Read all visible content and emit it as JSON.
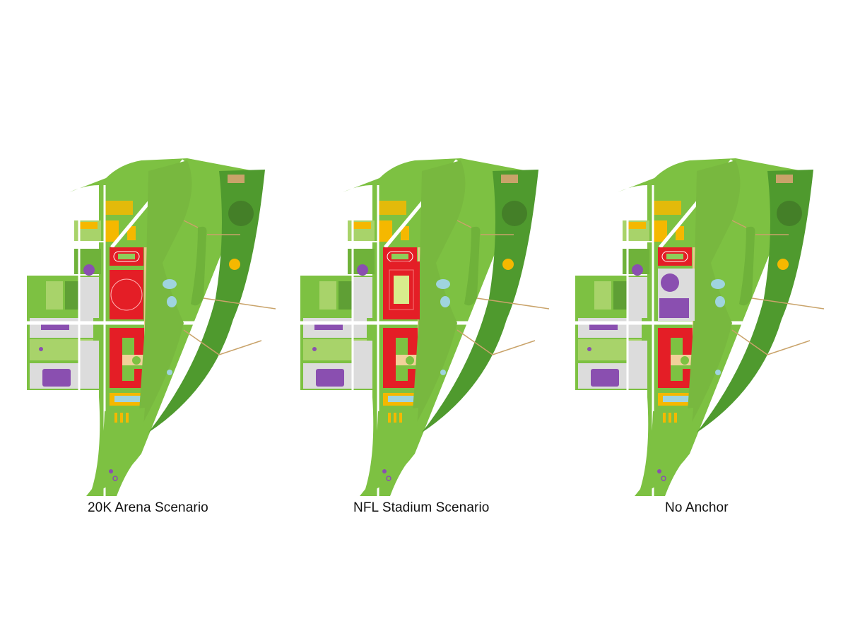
{
  "figure": {
    "panels": [
      {
        "id": "arena",
        "caption": "20K Arena Scenario",
        "anchor": "20K arena (red block with circular arena)"
      },
      {
        "id": "stadium",
        "caption": "NFL Stadium Scenario",
        "anchor": "NFL stadium (red block with football field)"
      },
      {
        "id": "none",
        "caption": "No Anchor",
        "anchor": "none (purple circular and rectangular buildings)"
      }
    ],
    "colors": {
      "park_green": "#7dc142",
      "dark_green": "#4f9a2e",
      "light_green": "#a8d36a",
      "red_anchor": "#e41e26",
      "purple": "#8a4fb0",
      "yellow": "#f5b800",
      "tan_path": "#c9a36a",
      "water": "#9fd4df",
      "road": "#ffffff",
      "grey_block": "#dcdcdc"
    }
  }
}
